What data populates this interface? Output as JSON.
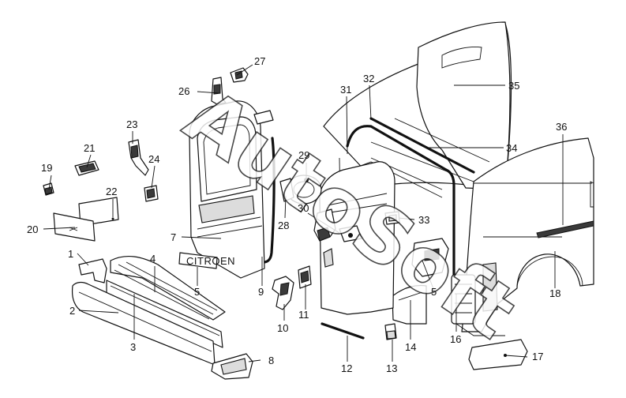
{
  "diagram": {
    "watermark": "AutoSoft",
    "plate_text": "CITROEN",
    "callouts": {
      "c1": "1",
      "c2": "2",
      "c3": "3",
      "c4": "4",
      "c5a": "5",
      "c5b": "5",
      "c7": "7",
      "c8": "8",
      "c9": "9",
      "c10": "10",
      "c11": "11",
      "c12": "12",
      "c13": "13",
      "c14": "14",
      "c16": "16",
      "c17": "17",
      "c18": "18",
      "c19": "19",
      "c20": "20",
      "c21": "21",
      "c22": "22",
      "c23": "23",
      "c24": "24",
      "c26": "26",
      "c27": "27",
      "c28": "28",
      "c29": "29",
      "c30": "30",
      "c31": "31",
      "c32": "32",
      "c33": "33",
      "c34": "34",
      "c35": "35",
      "c36": "36"
    }
  }
}
